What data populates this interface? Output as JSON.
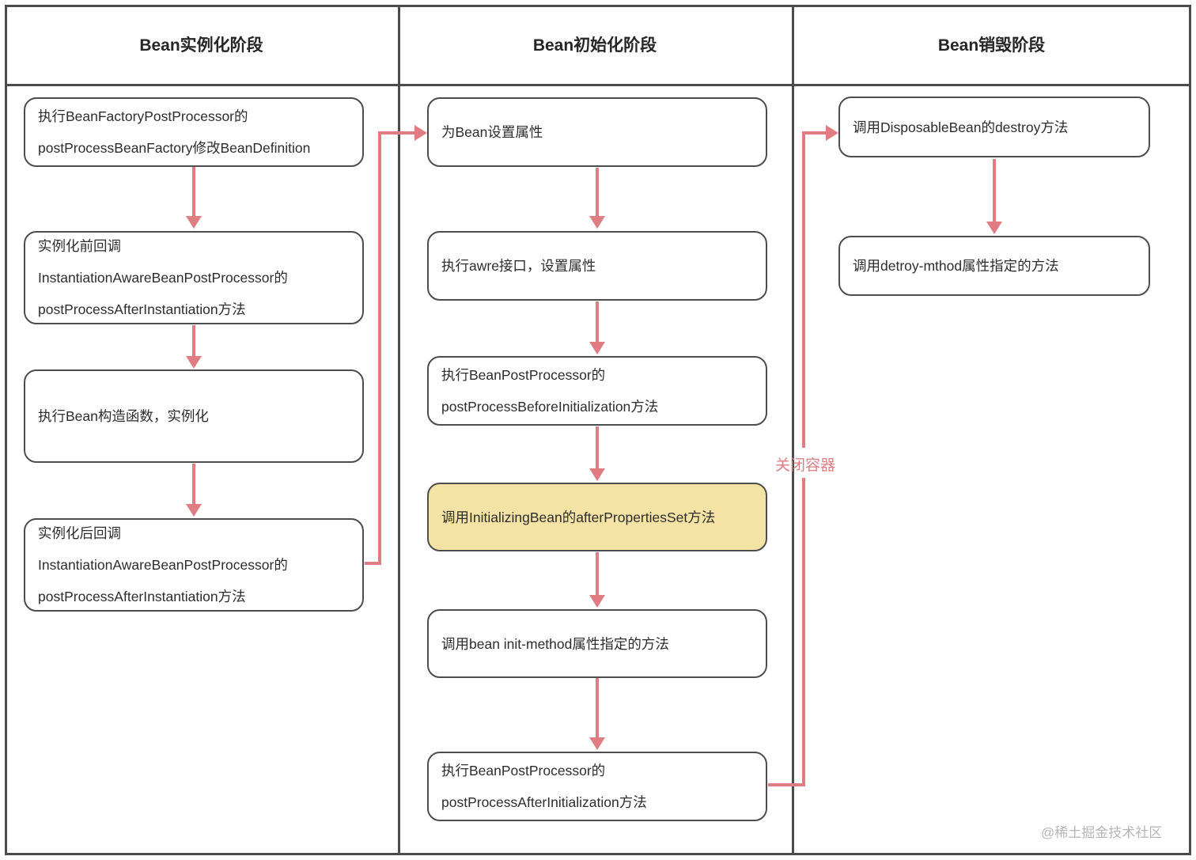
{
  "columns": [
    {
      "title": "Bean实例化阶段"
    },
    {
      "title": "Bean初始化阶段"
    },
    {
      "title": "Bean销毁阶段"
    }
  ],
  "nodes": {
    "bean_factory_post_processor": {
      "lines": [
        "执行BeanFactoryPostProcessor的",
        "postProcessBeanFactory修改BeanDefinition"
      ]
    },
    "pre_instantiation_callback": {
      "lines": [
        "实例化前回调",
        "InstantiationAwareBeanPostProcessor的",
        "postProcessAfterInstantiation方法"
      ]
    },
    "constructor": {
      "lines": [
        "执行Bean构造函数，实例化"
      ]
    },
    "post_instantiation_callback": {
      "lines": [
        "实例化后回调",
        "InstantiationAwareBeanPostProcessor的",
        "postProcessAfterInstantiation方法"
      ]
    },
    "set_properties": {
      "lines": [
        "为Bean设置属性"
      ]
    },
    "aware_interface": {
      "lines": [
        "执行awre接口，设置属性"
      ]
    },
    "before_initialization": {
      "lines": [
        "执行BeanPostProcessor的",
        "postProcessBeforeInitialization方法"
      ]
    },
    "after_properties_set": {
      "lines": [
        "调用InitializingBean的afterPropertiesSet方法"
      ]
    },
    "init_method": {
      "lines": [
        "调用bean init-method属性指定的方法"
      ]
    },
    "after_initialization": {
      "lines": [
        "执行BeanPostProcessor的",
        "postProcessAfterInitialization方法"
      ]
    },
    "disposable_bean_destroy": {
      "lines": [
        "调用DisposableBean的destroy方法"
      ]
    },
    "destroy_method": {
      "lines": [
        "调用detroy-mthod属性指定的方法"
      ]
    }
  },
  "labels": {
    "close_container": "关闭容器"
  },
  "watermark": "@稀土掘金技术社区",
  "colors": {
    "border": "#4b4b4b",
    "box_border": "#4d4d4d",
    "text": "#2d2d2d",
    "pink": "#e07d83",
    "yellow": "#f4e3a4",
    "watermark": "#b5b5b5"
  }
}
